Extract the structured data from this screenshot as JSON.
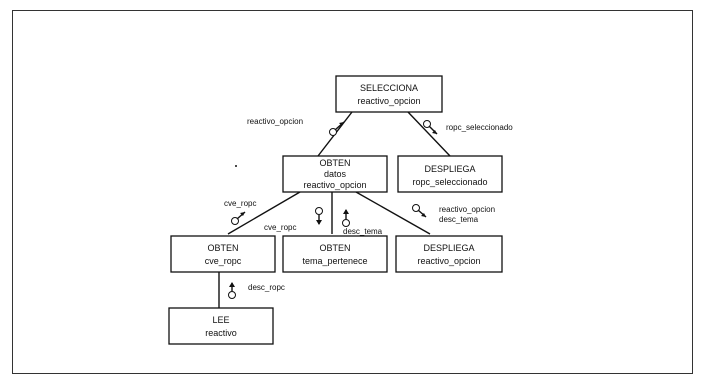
{
  "modules": {
    "selecciona": {
      "name": "SELECCIONA",
      "sub": "reactivo_opcion"
    },
    "obten_datos": {
      "name": "OBTEN",
      "sub": "datos",
      "sub2": "reactivo_opcion"
    },
    "despliega_ropc": {
      "name": "DESPLIEGA",
      "sub": "ropc_seleccionado"
    },
    "obten_cve": {
      "name": "OBTEN",
      "sub": "cve_ropc"
    },
    "obten_tema": {
      "name": "OBTEN",
      "sub": "tema_pertenece"
    },
    "despliega_reactivo": {
      "name": "DESPLIEGA",
      "sub": "reactivo_opcion"
    },
    "lee": {
      "name": "LEE",
      "sub": "reactivo"
    }
  },
  "flows": {
    "reactivo_opcion": "reactivo_opcion",
    "ropc_seleccionado": "ropc_seleccionado",
    "cve_ropc_left": "cve_ropc",
    "cve_ropc_mid": "cve_ropc",
    "desc_tema": "desc_tema",
    "reactivo_opcion_right": "reactivo_opcion",
    "desc_tema_right": "desc_tema",
    "desc_ropc": "desc_ropc"
  }
}
